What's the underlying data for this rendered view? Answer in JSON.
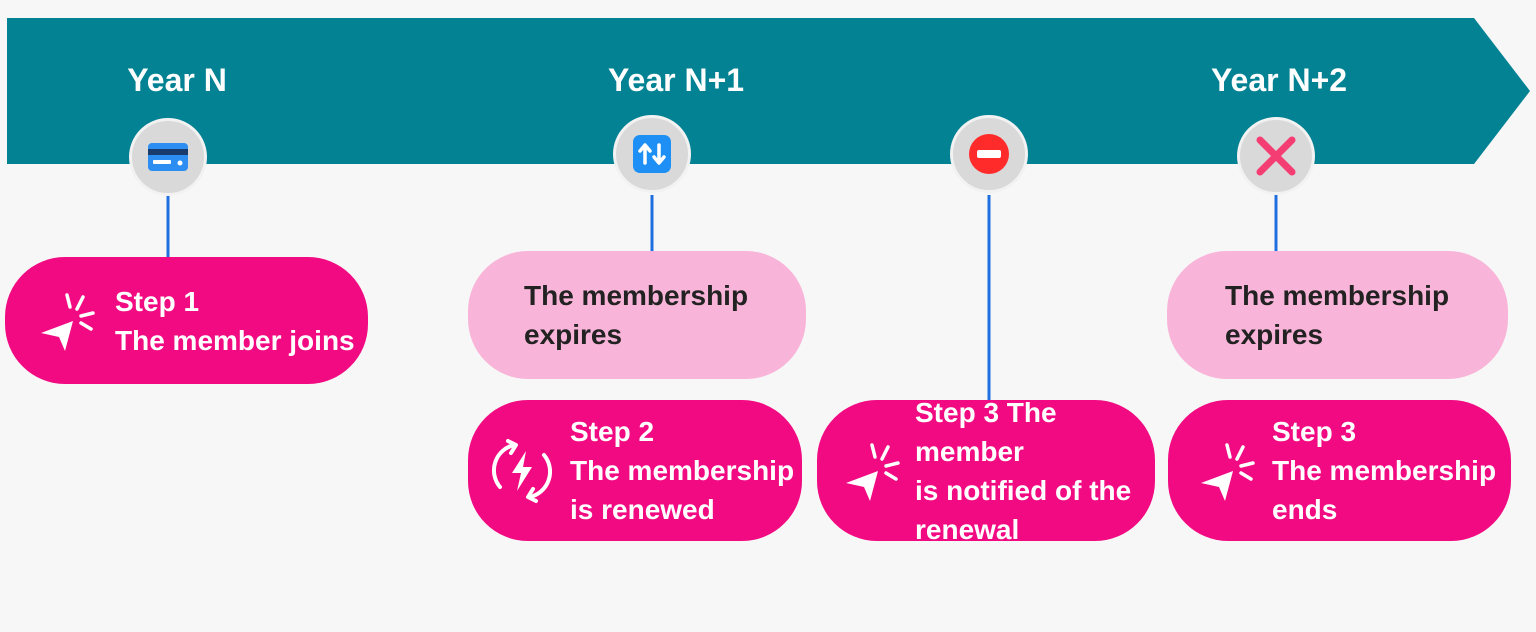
{
  "colors": {
    "arrow": "#028293",
    "accent": "#f20a82",
    "light": "#f9b5d9",
    "connector": "#1f6fe0"
  },
  "years": [
    {
      "label": "Year N"
    },
    {
      "label": "Year N+1"
    },
    {
      "label": "Year N+2"
    }
  ],
  "nodes": [
    {
      "icon": "credit-card-icon"
    },
    {
      "icon": "refresh-arrows-icon"
    },
    {
      "icon": "no-entry-icon"
    },
    {
      "icon": "cross-mark-icon"
    }
  ],
  "cards": {
    "step1": {
      "line1": "Step 1",
      "line2": "The member joins",
      "icon": "cursor-click-icon"
    },
    "expires1": {
      "line1": "The membership",
      "line2": "expires"
    },
    "step2": {
      "line1": "Step 2",
      "line2": "The membership",
      "line3": "is renewed",
      "icon": "renew-lightning-icon"
    },
    "step3a": {
      "line1": "Step 3 The member",
      "line2": "is notified of the",
      "line3": "renewal",
      "icon": "cursor-click-icon"
    },
    "expires2": {
      "line1": "The membership",
      "line2": "expires"
    },
    "step3b": {
      "line1": "Step 3",
      "line2": "The membership",
      "line3": "ends",
      "icon": "cursor-click-icon"
    }
  }
}
